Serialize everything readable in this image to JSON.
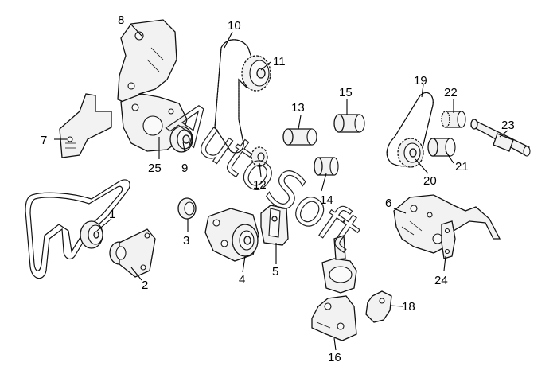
{
  "callouts": {
    "c1": "1",
    "c2": "2",
    "c3": "3",
    "c4": "4",
    "c5": "5",
    "c6": "6",
    "c7": "7",
    "c8": "8",
    "c9": "9",
    "c10": "10",
    "c11": "11",
    "c12": "12",
    "c13": "13",
    "c14": "14",
    "c15": "15",
    "c16": "16",
    "c18": "18",
    "c19": "19",
    "c20": "20",
    "c21": "21",
    "c22": "22",
    "c23": "23",
    "c24": "24",
    "c25": "25"
  },
  "watermark": "AutoSoft"
}
